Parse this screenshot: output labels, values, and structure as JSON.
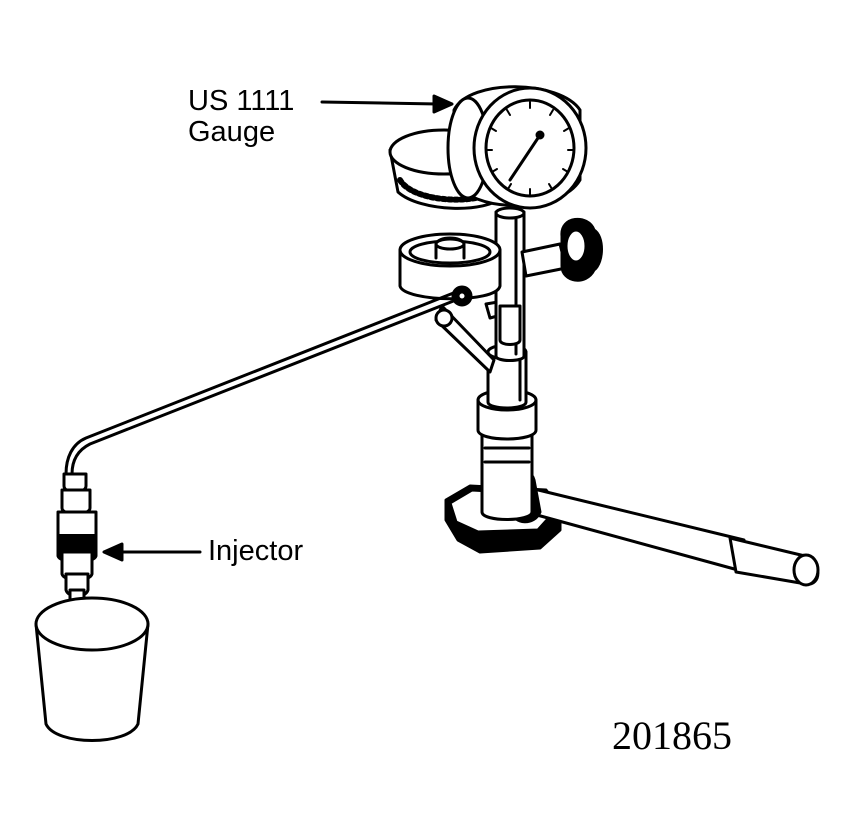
{
  "labels": {
    "gauge_line1": "US 1111",
    "gauge_line2": "Gauge",
    "injector": "Injector"
  },
  "figure_number": "201865",
  "colors": {
    "ink": "#000000",
    "paper": "#ffffff"
  }
}
